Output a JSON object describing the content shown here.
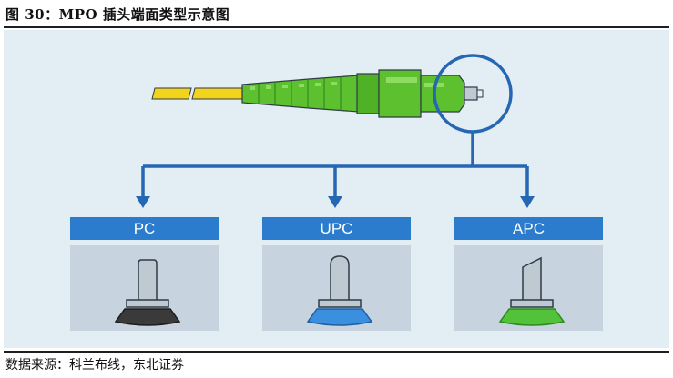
{
  "figure": {
    "title": "图 30：MPO 插头端面类型示意图",
    "source": "数据来源：科兰布线，东北证券"
  },
  "connector_types": [
    {
      "label": "PC",
      "ferrule_color": "#3a3a3a"
    },
    {
      "label": "UPC",
      "ferrule_color": "#3a8fde"
    },
    {
      "label": "APC",
      "ferrule_color": "#52c23a"
    }
  ],
  "colors": {
    "background": "#e3edf4",
    "label_bar": "#2b7ccc",
    "card": "#c7d4df",
    "connector_green": "#5cc02f",
    "cable_yellow": "#f2d41c",
    "highlight_ring": "#2567b3",
    "arrow": "#2567b3"
  }
}
